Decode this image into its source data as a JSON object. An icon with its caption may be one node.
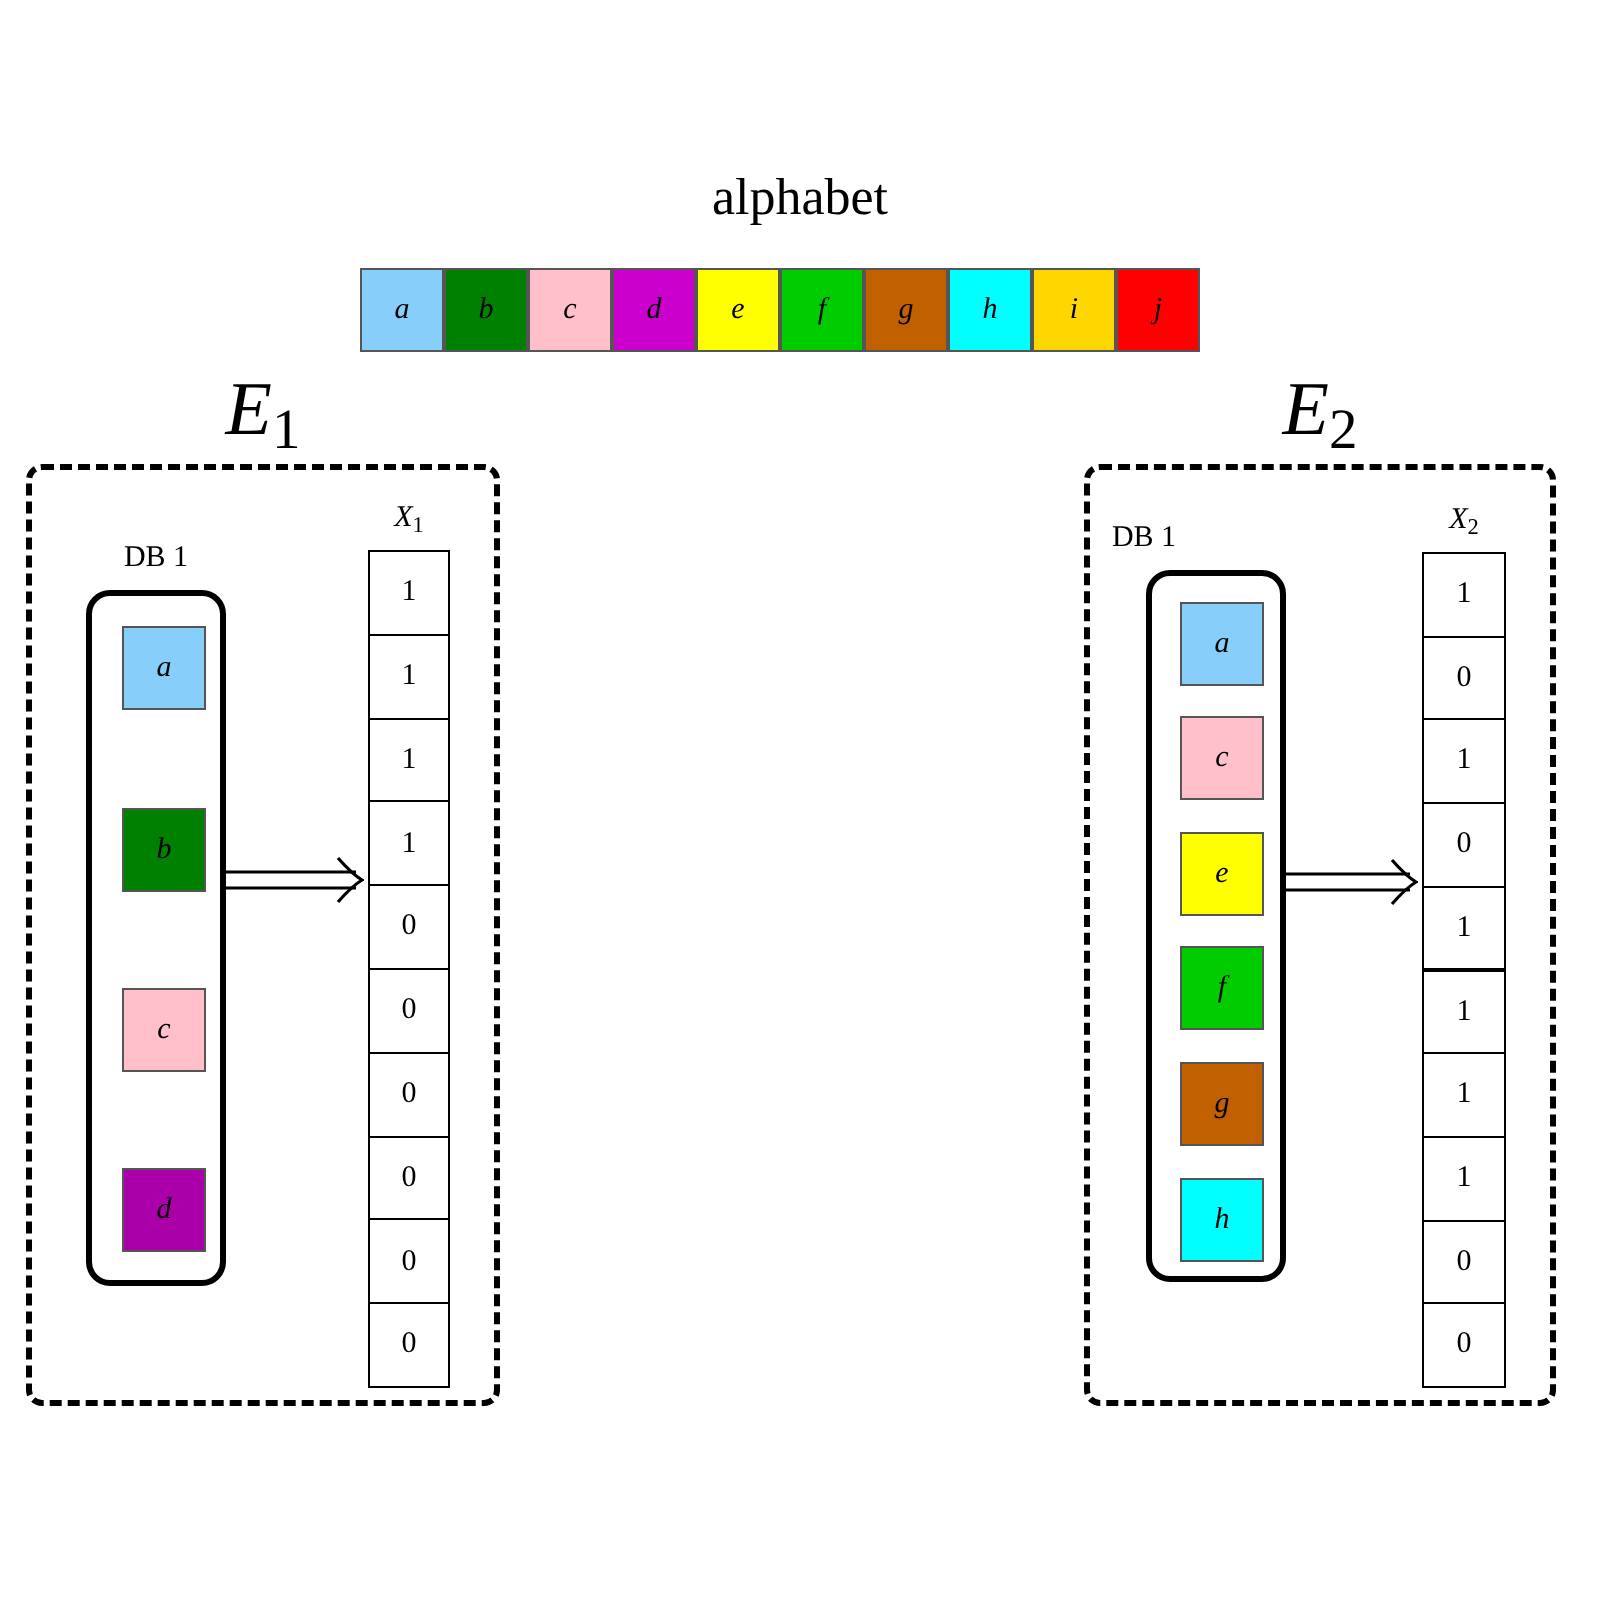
{
  "diagram": {
    "nodes": [
      {
        "text": [
          "a"
        ]
      },
      {
        "text": [
          "b"
        ]
      },
      {
        "text": [
          "c"
        ]
      },
      {
        "text": [
          "d"
        ]
      },
      {
        "text": [
          "e"
        ]
      },
      {
        "text": [
          "f"
        ]
      },
      {
        "text": [
          "g"
        ]
      },
      {
        "text": [
          "h"
        ]
      },
      {
        "text": [
          "i"
        ]
      },
      {
        "text": [
          "j"
        ]
      },
      {
        "text": [
          "*E*$_{1}$"
        ]
      },
      {
        "text": [
          "DB 1"
        ],
        "in": 10
      },
      {
        "text": [
          "a"
        ],
        "in": 11
      },
      {
        "text": [
          "b"
        ],
        "in": 11
      },
      {
        "text": [
          "c"
        ],
        "in": 11
      },
      {
        "text": [
          "d"
        ],
        "in": 11
      },
      {
        "text": [
          "*X*$_{1}$"
        ],
        "in": 10
      },
      {
        "text": [
          "1"
        ],
        "in": 16
      },
      {
        "text": [
          "1"
        ],
        "in": 16
      },
      {
        "text": [
          "1"
        ],
        "in": 16
      },
      {
        "text": [
          "1"
        ],
        "in": 16
      },
      {
        "text": [
          "0"
        ],
        "in": 16
      },
      {
        "text": [
          "0"
        ],
        "in": 16
      },
      {
        "text": [
          "0"
        ],
        "in": 16
      },
      {
        "text": [
          "0"
        ],
        "in": 16
      },
      {
        "text": [
          "0"
        ],
        "in": 16
      },
      {
        "text": [
          "0"
        ],
        "in": 16
      },
      {
        "text": [
          "*E*$_{2}$"
        ]
      },
      {
        "text": [
          "DB 1"
        ],
        "in": 27
      },
      {
        "text": [
          "a"
        ],
        "in": 28
      },
      {
        "text": [
          "c"
        ],
        "in": 28
      },
      {
        "text": [
          "e"
        ],
        "in": 28
      },
      {
        "text": [
          "f"
        ],
        "in": 28
      },
      {
        "text": [
          "g"
        ],
        "in": 28
      },
      {
        "text": [
          "h"
        ],
        "in": 28
      },
      {
        "text": [
          "*X*$_{2}$"
        ],
        "in": 27
      },
      {
        "text": [
          "1"
        ],
        "in": 35
      },
      {
        "text": [
          "0"
        ],
        "in": 35
      },
      {
        "text": [
          "1"
        ],
        "in": 35
      },
      {
        "text": [
          "0"
        ],
        "in": 35
      },
      {
        "text": [
          "1"
        ],
        "in": 35
      },
      {
        "text": [
          "1"
        ],
        "in": 35
      },
      {
        "text": [
          "1"
        ],
        "in": 35
      },
      {
        "text": [
          "1"
        ],
        "in": 35
      },
      {
        "text": [
          "0"
        ],
        "in": 35
      },
      {
        "text": [
          "0"
        ],
        "in": 35
      }
    ],
    "edges": [
      {
        "from": 11,
        "to": 16,
        "arrow": "to"
      },
      {
        "from": 28,
        "to": 35,
        "arrow": "to"
      }
    ],
    "labels": [
      "alphabet"
    ]
  }
}
